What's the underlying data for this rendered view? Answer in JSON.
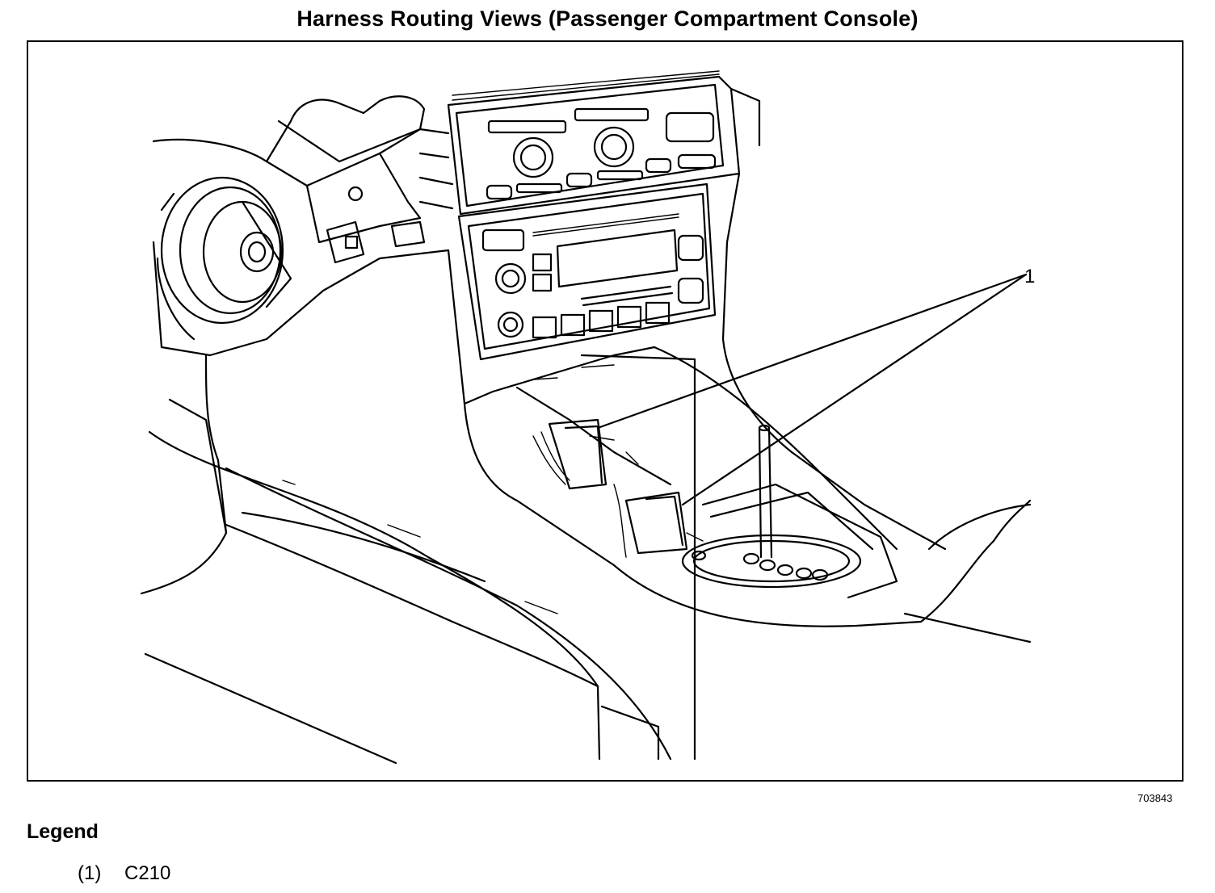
{
  "title": "Harness Routing Views (Passenger Compartment Console)",
  "figure_id": "703843",
  "callout_label": "1",
  "legend": {
    "heading": "Legend",
    "items": [
      {
        "number": "(1)",
        "label": "C210"
      }
    ]
  }
}
